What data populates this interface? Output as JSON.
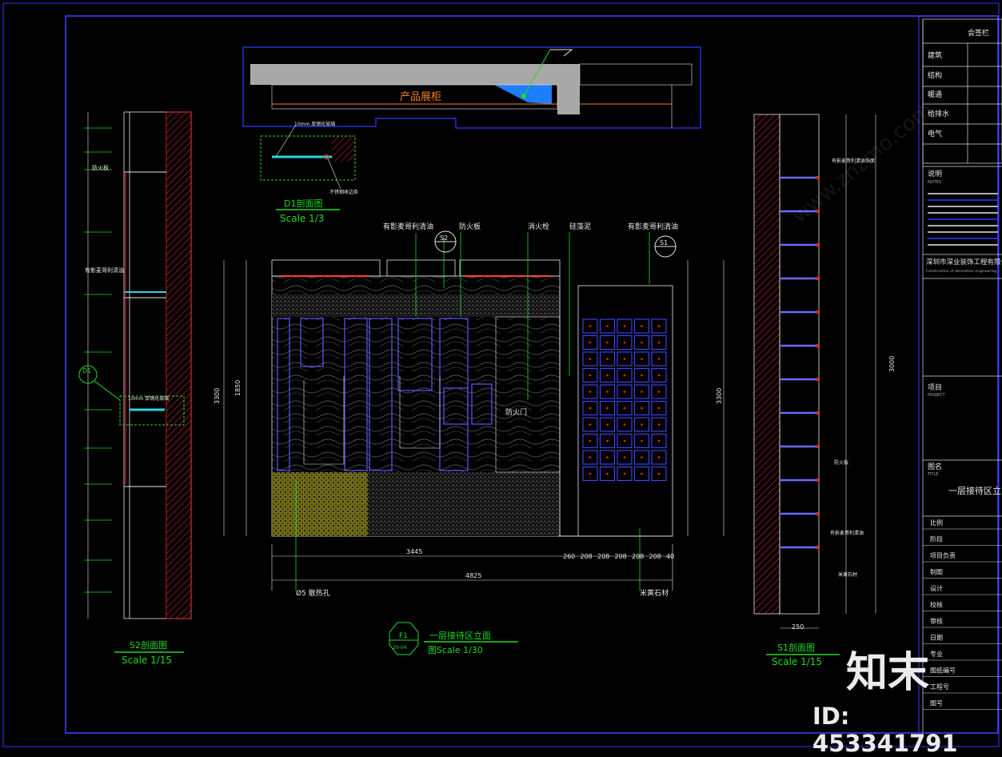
{
  "title_block": {
    "sign_header": "会签栏",
    "disciplines": [
      "建筑",
      "结构",
      "暖通",
      "给排水",
      "电气"
    ],
    "notes_title": "说明",
    "notes_sub": "NOTES",
    "company_cn": "深圳市深业装饰工程有限公司",
    "company_en": "Construction of decoration engineering",
    "project_label": "项目",
    "project_sub": "PROJECT",
    "drawing_name_label": "图名",
    "drawing_name_sub": "TITLE",
    "drawing_name": "一层接待区立面",
    "fields": [
      "比例",
      "阶段",
      "项目负责",
      "制图",
      "设计",
      "校核",
      "审核",
      "日期",
      "专业",
      "图纸编号",
      "工程号",
      "图号"
    ]
  },
  "drawings": {
    "plan": {
      "label": "产品展柜"
    },
    "d1": {
      "title": "D1剖面图",
      "scale": "Scale 1/3",
      "note1": "10mm 厚钢化玻璃",
      "note2": "不锈钢收边条"
    },
    "s2": {
      "title": "S2剖面图",
      "scale": "Scale 1/15",
      "tag": "D1",
      "note_fire": "防火板",
      "note_oil": "有影麦哥利清油",
      "note_glass": "10mm 厚钢化玻璃"
    },
    "s1": {
      "title": "S1剖面图",
      "scale": "Scale 1/15",
      "note_top": "有影麦哥利清油饰面",
      "note_fire": "防火板",
      "note_oil": "有影麦哥利清油",
      "note_stone": "米黄石材",
      "width": "250",
      "height": "3000"
    },
    "elev": {
      "title": "一层接待区立面",
      "scale": "图Scale 1/30",
      "tag": "F1",
      "tag_sub": "20-04",
      "label_oil": "有影麦哥利清油",
      "label_fire": "防火板",
      "label_hydrant": "消火栓",
      "label_diatom": "硅藻泥",
      "label_oil2": "有影麦哥利清油",
      "label_fireproof_door": "防火门",
      "label_hole": "Ø5 散热孔",
      "label_stone": "米黄石材",
      "section_s1": "S1",
      "section_s2": "S2",
      "total_width": "4825",
      "left_width": "3445",
      "right_dims": [
        "260",
        "208",
        "208",
        "208",
        "208",
        "208",
        "40"
      ],
      "height": "3300",
      "right_height": "3300",
      "mid_height": "1850"
    }
  },
  "watermark": {
    "logo": "知末",
    "id": "ID: 453341791",
    "site": "www.znzmo.com"
  },
  "colors": {
    "frame": "#2a3cff",
    "green": "#1fdc1f",
    "red": "#ff2020",
    "cyan": "#29d7e0",
    "yellow": "#f0e400"
  }
}
